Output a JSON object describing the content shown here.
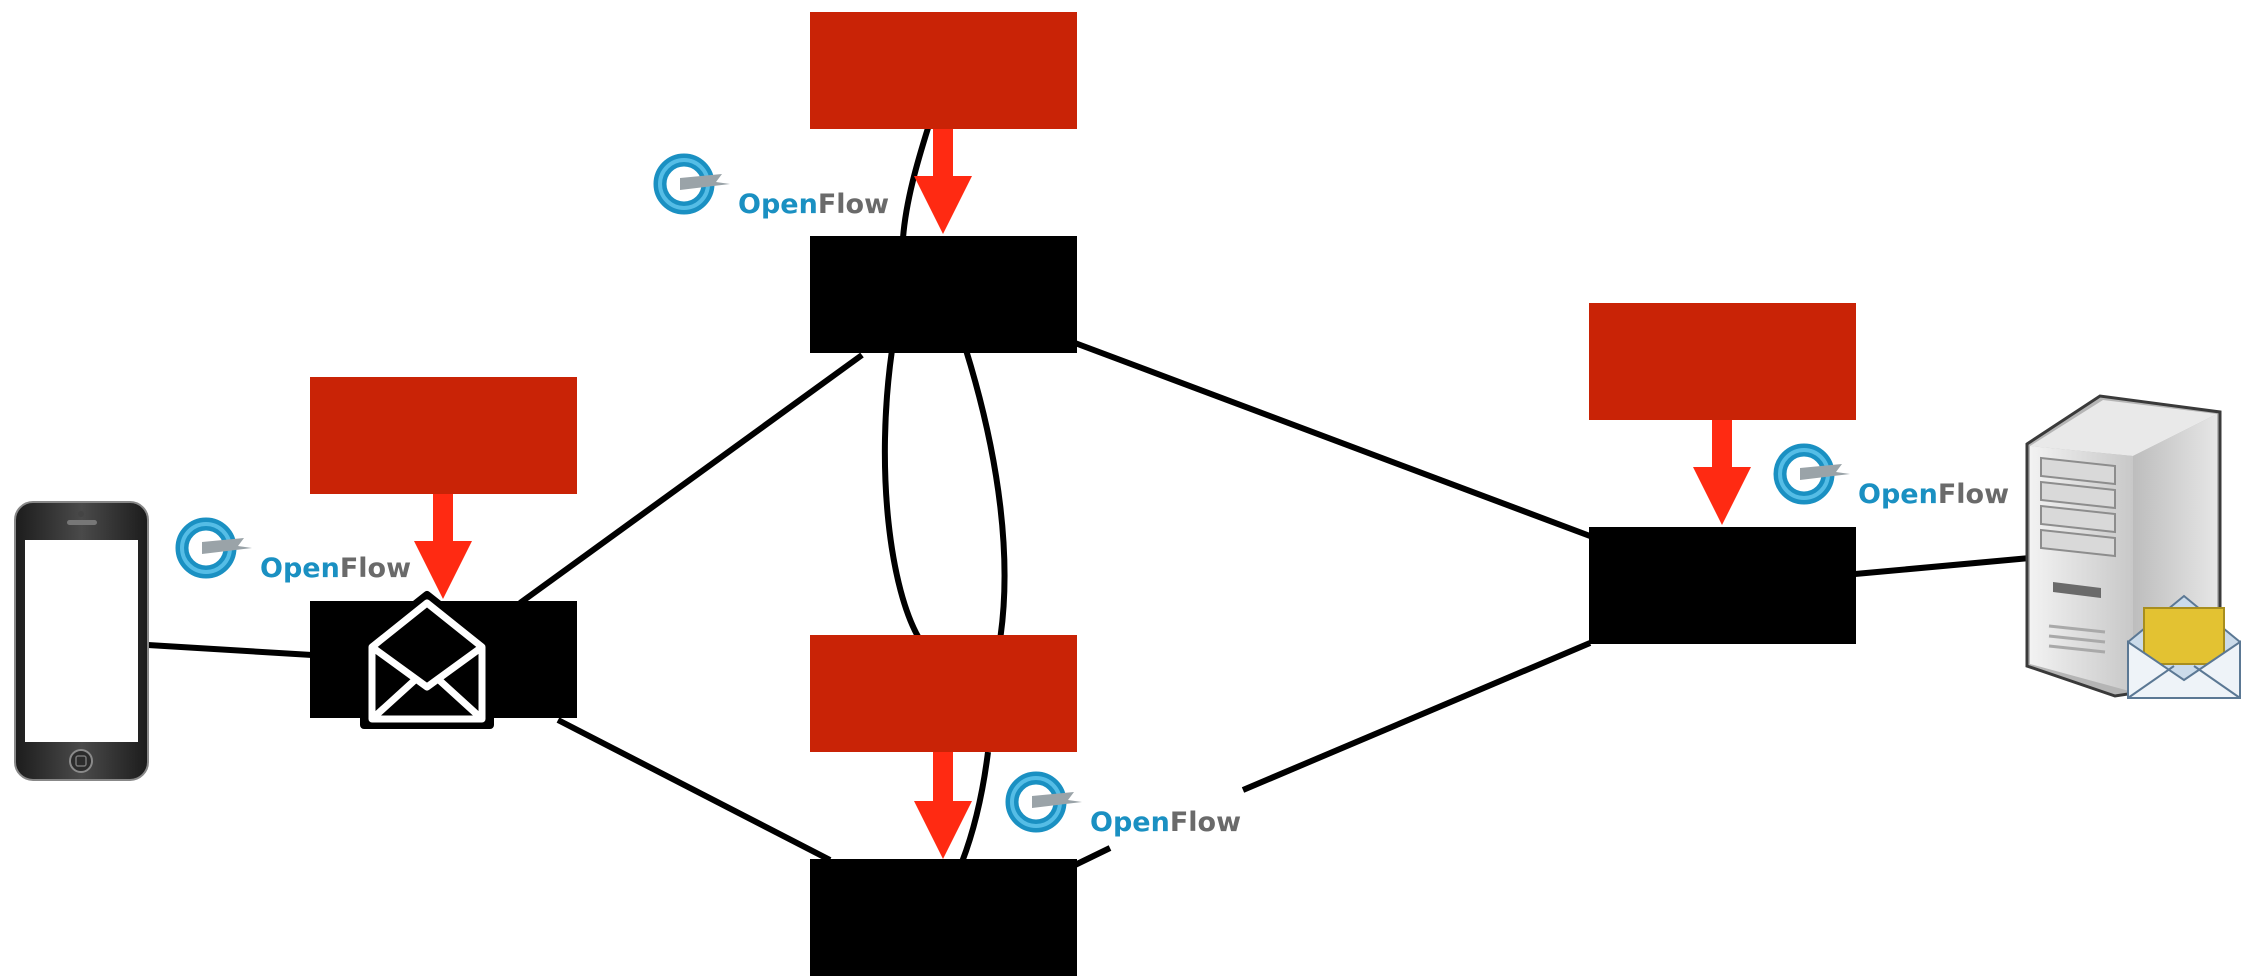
{
  "colors": {
    "controller": "#c92306",
    "switch": "#000000",
    "arrow": "#ff2a12",
    "link": "#000000",
    "openflow_blue": "#1a90c2",
    "openflow_gray": "#6a6a6a",
    "envelope_yellow": "#e3c232"
  },
  "openflow_logos": [
    {
      "open": "Open",
      "flow": "Flow"
    },
    {
      "open": "Open",
      "flow": "Flow"
    },
    {
      "open": "Open",
      "flow": "Flow"
    },
    {
      "open": "Open",
      "flow": "Flow"
    }
  ],
  "icons": {
    "phone": "smartphone-icon",
    "server": "server-icon",
    "packet": "envelope-icon",
    "server_mail": "open-envelope-icon",
    "logo": "openflow-logo-icon"
  }
}
